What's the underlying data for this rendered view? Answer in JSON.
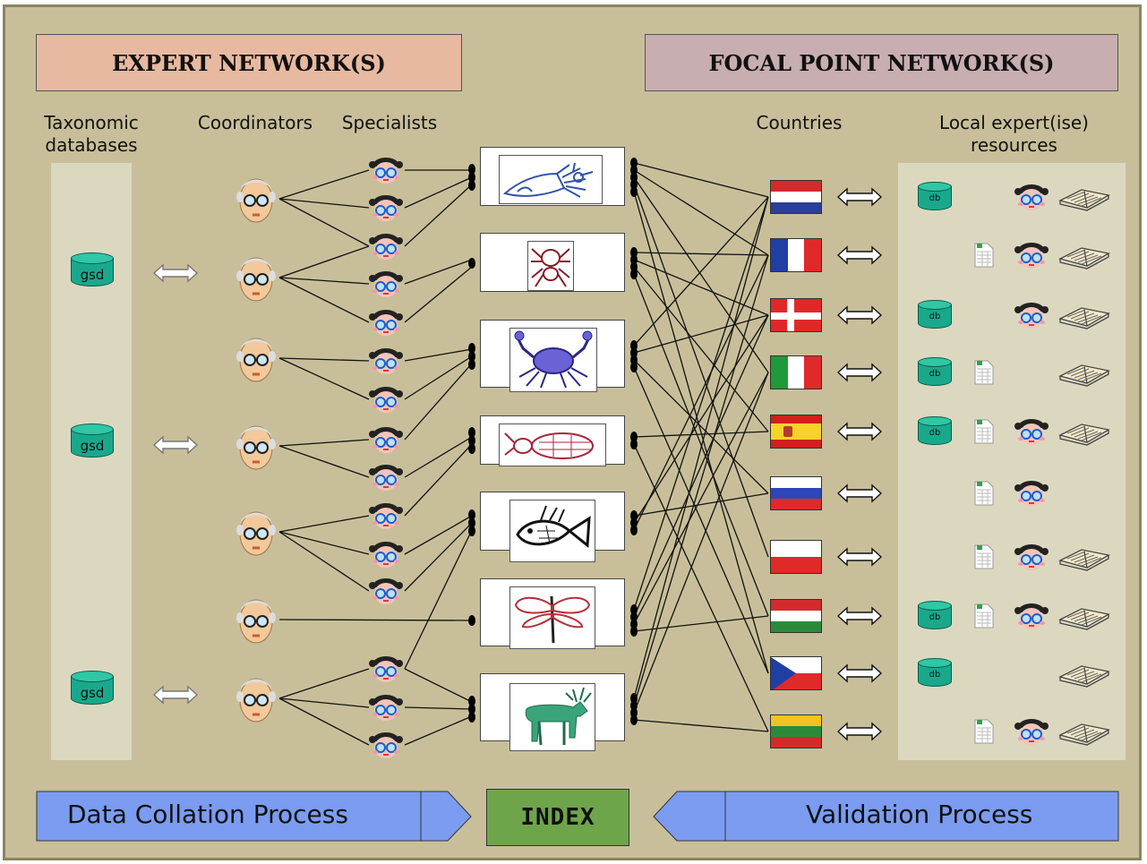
{
  "headers": {
    "expert": "EXPERT NETWORK(S)",
    "focal": "FOCAL POINT NETWORK(S)"
  },
  "column_labels": {
    "taxonomic": "Taxonomic databases",
    "coordinators": "Coordinators",
    "specialists": "Specialists",
    "countries": "Countries",
    "local": "Local expert(ise) resources"
  },
  "gsd_label": "gsd",
  "db_label": "db",
  "taxa": [
    "mollusc",
    "spider",
    "crab",
    "beetle",
    "fish",
    "fly",
    "moose"
  ],
  "countries": [
    {
      "name": "Netherlands",
      "db": true,
      "sheet": false,
      "expert": true,
      "book": true
    },
    {
      "name": "France",
      "db": false,
      "sheet": true,
      "expert": true,
      "book": true
    },
    {
      "name": "Denmark",
      "db": true,
      "sheet": false,
      "expert": true,
      "book": true
    },
    {
      "name": "Italy",
      "db": true,
      "sheet": true,
      "expert": false,
      "book": true
    },
    {
      "name": "Spain",
      "db": true,
      "sheet": true,
      "expert": true,
      "book": true
    },
    {
      "name": "Russia",
      "db": false,
      "sheet": true,
      "expert": true,
      "book": false
    },
    {
      "name": "Poland",
      "db": false,
      "sheet": true,
      "expert": true,
      "book": true
    },
    {
      "name": "Hungary",
      "db": true,
      "sheet": true,
      "expert": true,
      "book": true
    },
    {
      "name": "Czech Republic",
      "db": true,
      "sheet": false,
      "expert": false,
      "book": true
    },
    {
      "name": "Lithuania",
      "db": false,
      "sheet": true,
      "expert": true,
      "book": true
    }
  ],
  "colors": {
    "background": "#c8bf9a",
    "expert_header": "#e7b9a1",
    "focal_header": "#c8aeb1",
    "process_bar": "#7b9cf0",
    "index_box": "#6ea54a",
    "database": "#1aa88c"
  },
  "footer": {
    "left": "Data Collation Process",
    "center": "INDEX",
    "right": "Validation Process"
  }
}
